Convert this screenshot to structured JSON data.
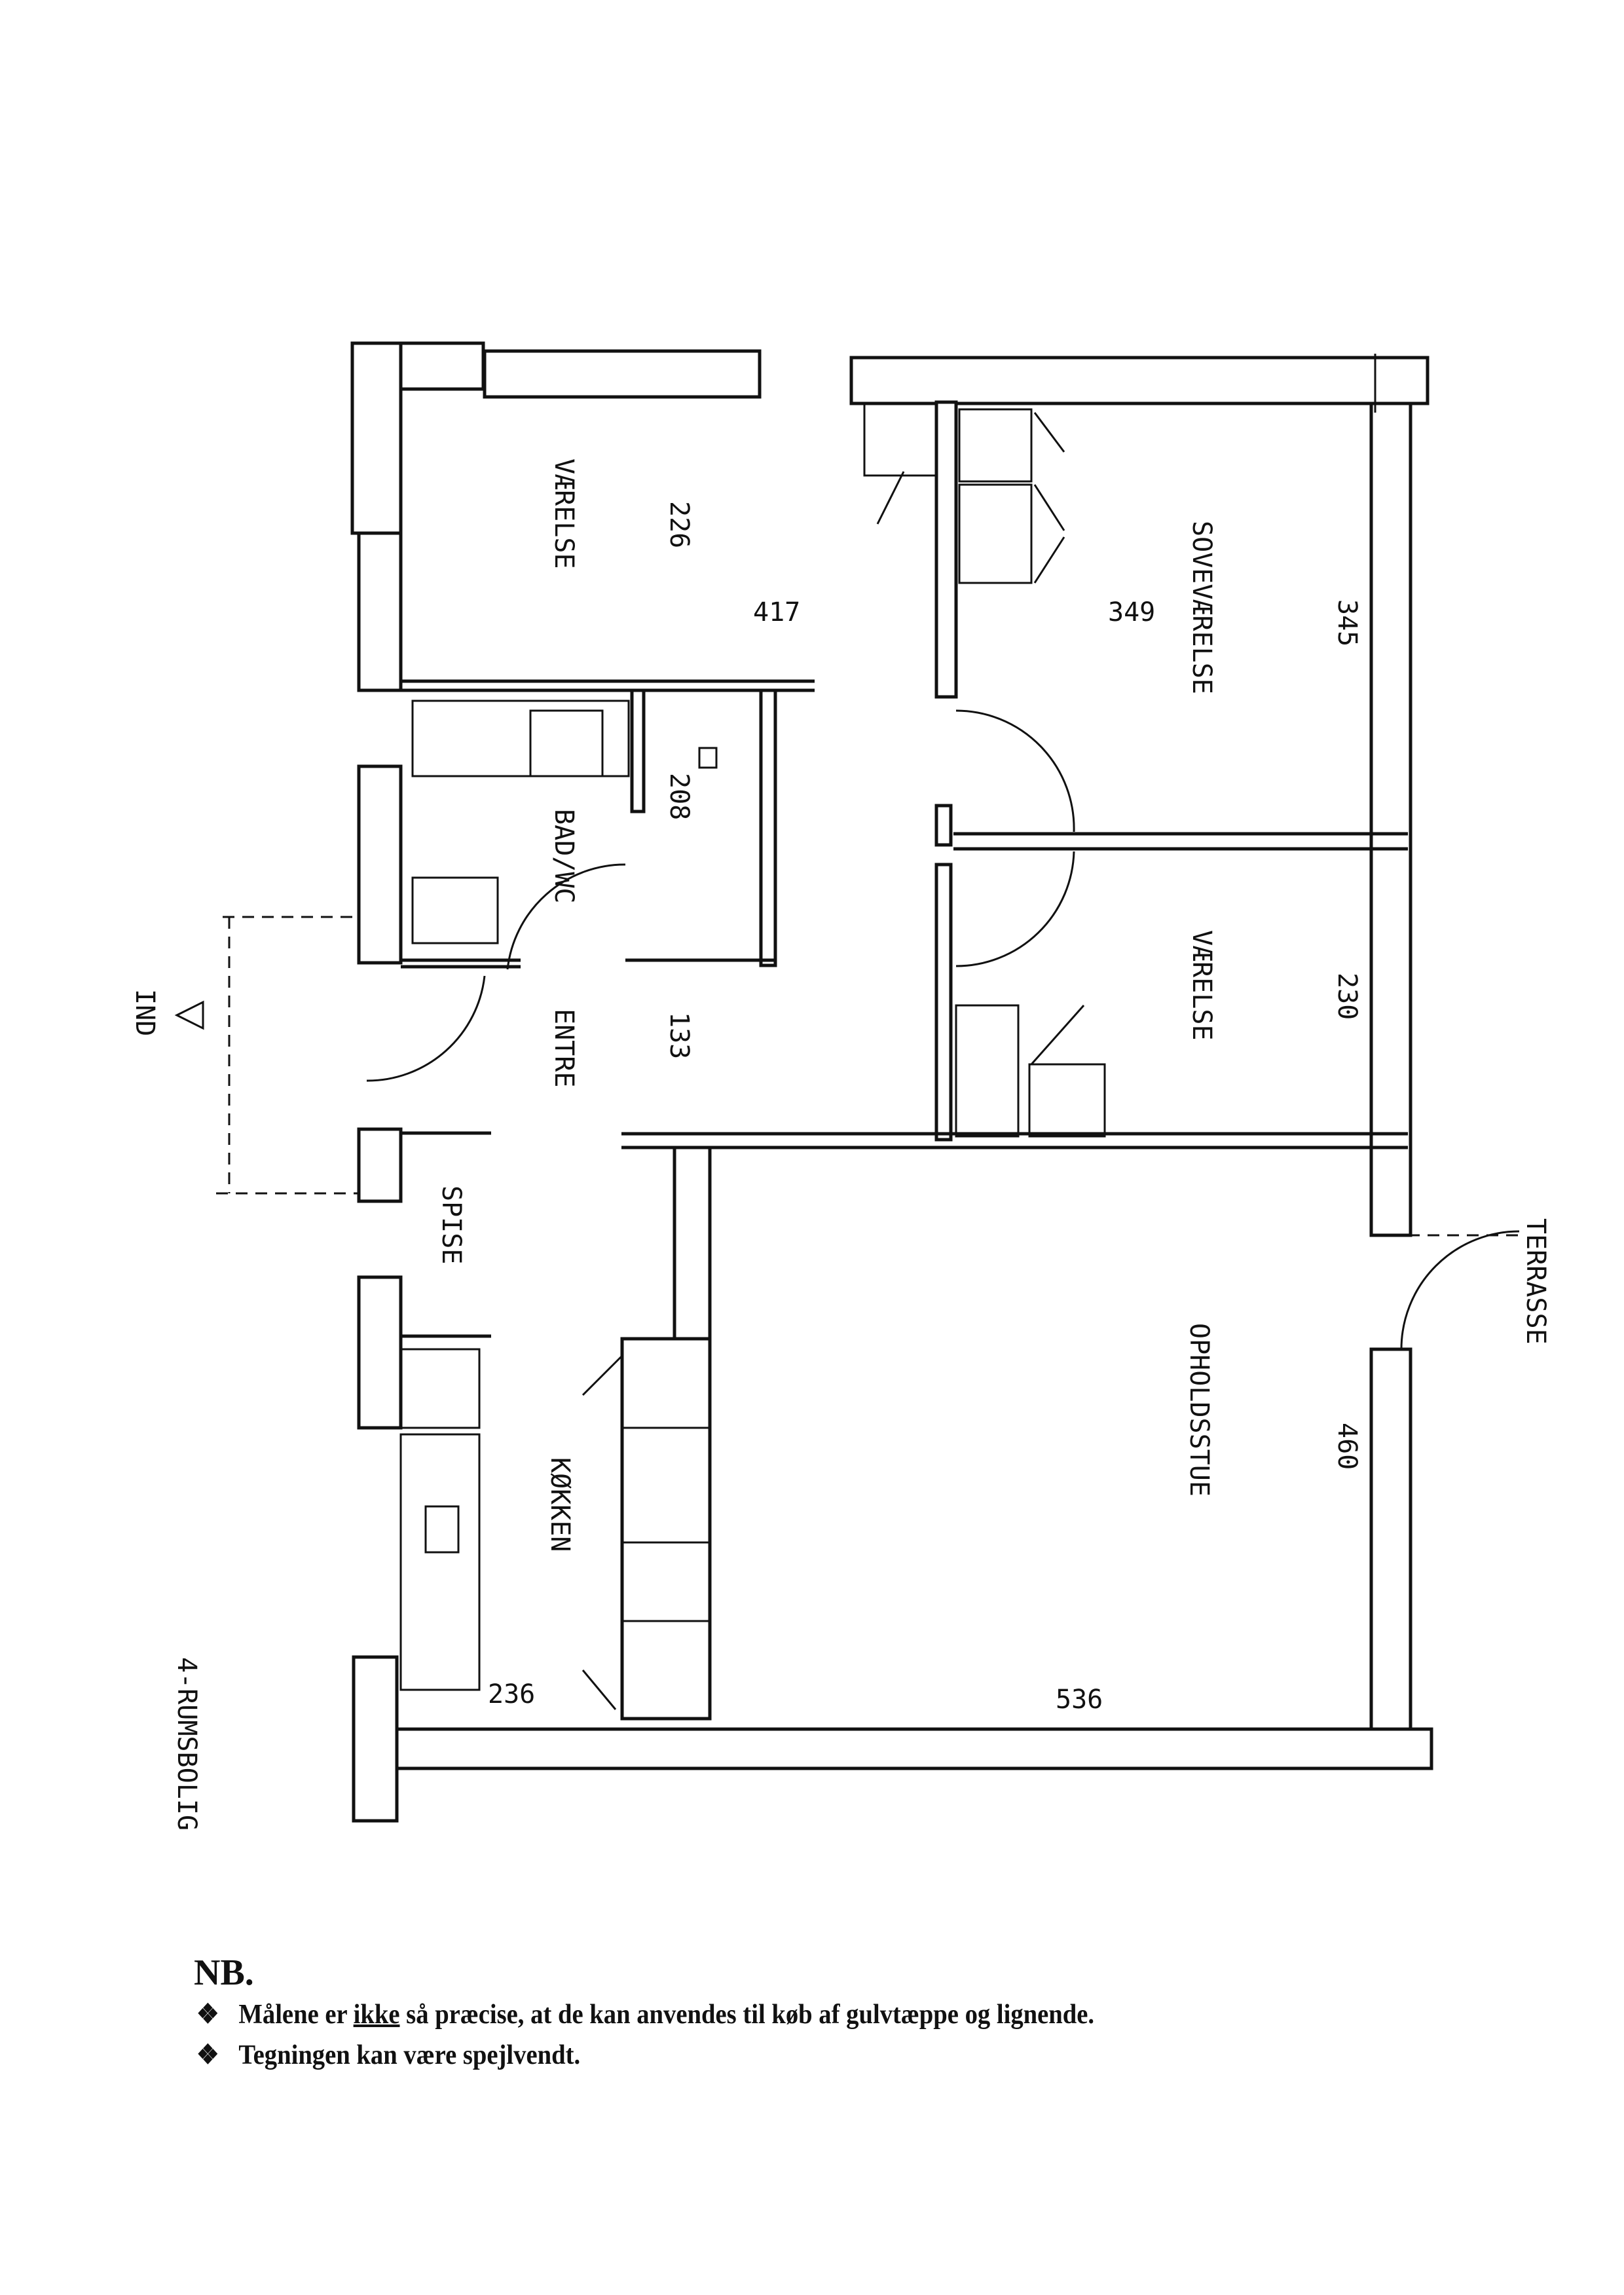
{
  "rooms": {
    "room1": {
      "name": "VÆRELSE",
      "dim_a": "226",
      "dim_b": "417"
    },
    "bedroom": {
      "name": "SOVEVÆRELSE",
      "dim_a": "349",
      "dim_b": "345"
    },
    "bath": {
      "name": "BAD/WC",
      "dim": "208"
    },
    "hall": {
      "name": "ENTRE",
      "dim": "133"
    },
    "room2": {
      "name": "VÆRELSE",
      "dim": "230"
    },
    "dining": {
      "name": "SPISE"
    },
    "kitchen": {
      "name": "KØKKEN",
      "dim": "236"
    },
    "living": {
      "name": "OPHOLDSSTUE",
      "dim_a": "460",
      "dim_b": "536"
    },
    "terrace": {
      "name": "TERRASSE"
    }
  },
  "entrance_label": "IND",
  "plan_title": "4-RUMSBOLIG",
  "notes": {
    "heading": "NB.",
    "line1_before": "Målene er",
    "line1_underlined": "ikke",
    "line1_after": "så præcise, at de kan anvendes til køb af gulvtæppe og lignende.",
    "line2": "Tegningen kan være spejlvendt."
  }
}
